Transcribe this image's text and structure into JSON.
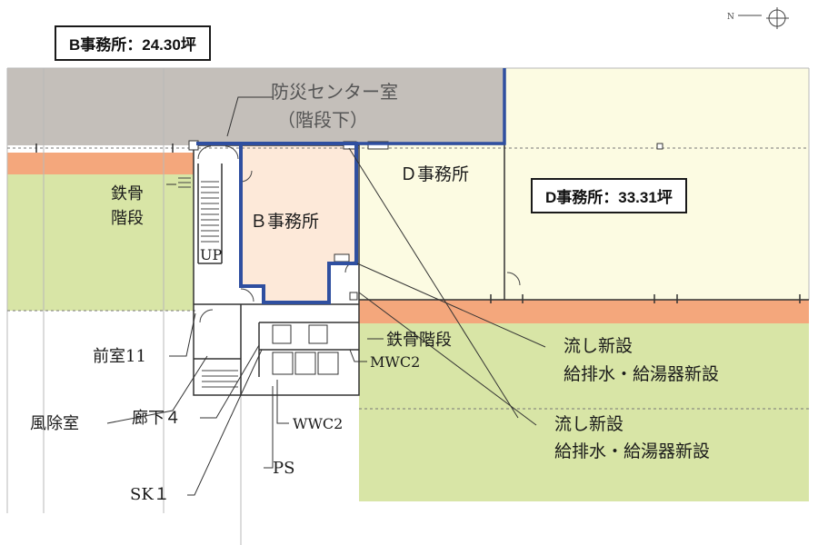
{
  "callouts": {
    "b_office": "B事務所：24.30坪",
    "d_office": "D事務所：33.31坪"
  },
  "labels": {
    "disaster_center_1": "防災センター室",
    "disaster_center_2": "（階段下）",
    "b_office": "Ｂ事務所",
    "d_office": "Ｄ事務所",
    "steel_stairs_1": "鉄骨",
    "steel_stairs_2": "階段",
    "up": "UP",
    "steel_stairs_right": "鉄骨階段",
    "mwc2": "MWC2",
    "wwc2": "WWC2",
    "vestibule": "前室11",
    "windbreak": "風除室",
    "corridor": "廊下４",
    "sk1": "SK１",
    "ps": "PS",
    "sink_a_1": "流し新設",
    "sink_a_2": "給排水・給湯器新設",
    "sink_b_1": "流し新設",
    "sink_b_2": "給排水・給湯器新設"
  },
  "colors": {
    "gray_zone": "#c4bfba",
    "d_office_fill": "#fcfbe2",
    "b_office_fill": "#fde9d9",
    "salmon_strip": "#f4a77c",
    "green_zone": "#d8e5a6",
    "boundary_blue": "#2f4fa0"
  },
  "icons": {
    "north_arrow": "north-arrow-icon"
  }
}
